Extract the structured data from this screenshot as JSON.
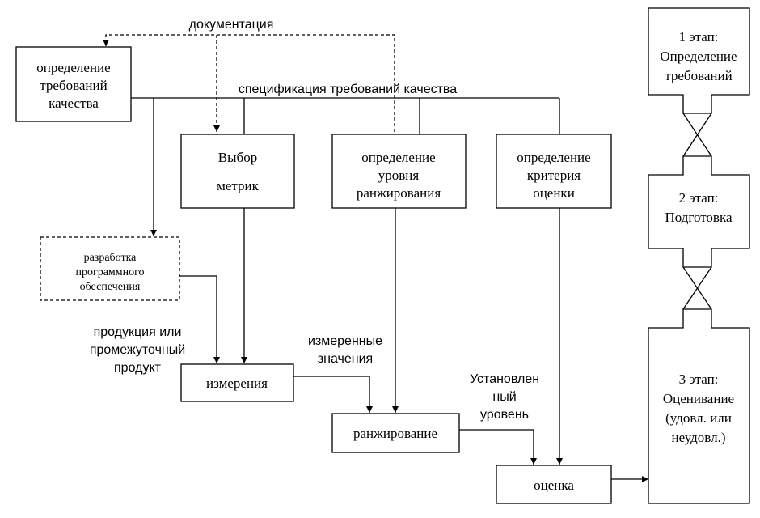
{
  "labels": {
    "documentation": "документация",
    "specification": "спецификация требований качества",
    "product": [
      "продукция или",
      "промежуточный",
      "продукт"
    ],
    "measured_values": [
      "измеренные",
      "значения"
    ],
    "established_level": [
      "Установлен",
      "ный",
      "уровень"
    ]
  },
  "boxes": {
    "requirements": [
      "определение",
      "требований",
      "качества"
    ],
    "metrics": [
      "Выбор",
      "метрик"
    ],
    "ranking_level": [
      "определение",
      "уровня",
      "ранжирования"
    ],
    "criteria": [
      "определение",
      "критерия",
      "оценки"
    ],
    "software": [
      "разработка",
      "программного",
      "обеспечения"
    ],
    "measurement": [
      "измерения"
    ],
    "ranking": [
      "ранжирование"
    ],
    "evaluation": [
      "оценка"
    ]
  },
  "stages": {
    "stage1": [
      "1 этап:",
      "Определение",
      "требований"
    ],
    "stage2": [
      "2 этап:",
      "Подготовка"
    ],
    "stage3": [
      "3 этап:",
      "Оценивание",
      "(удовл. или",
      "неудовл.)"
    ]
  }
}
